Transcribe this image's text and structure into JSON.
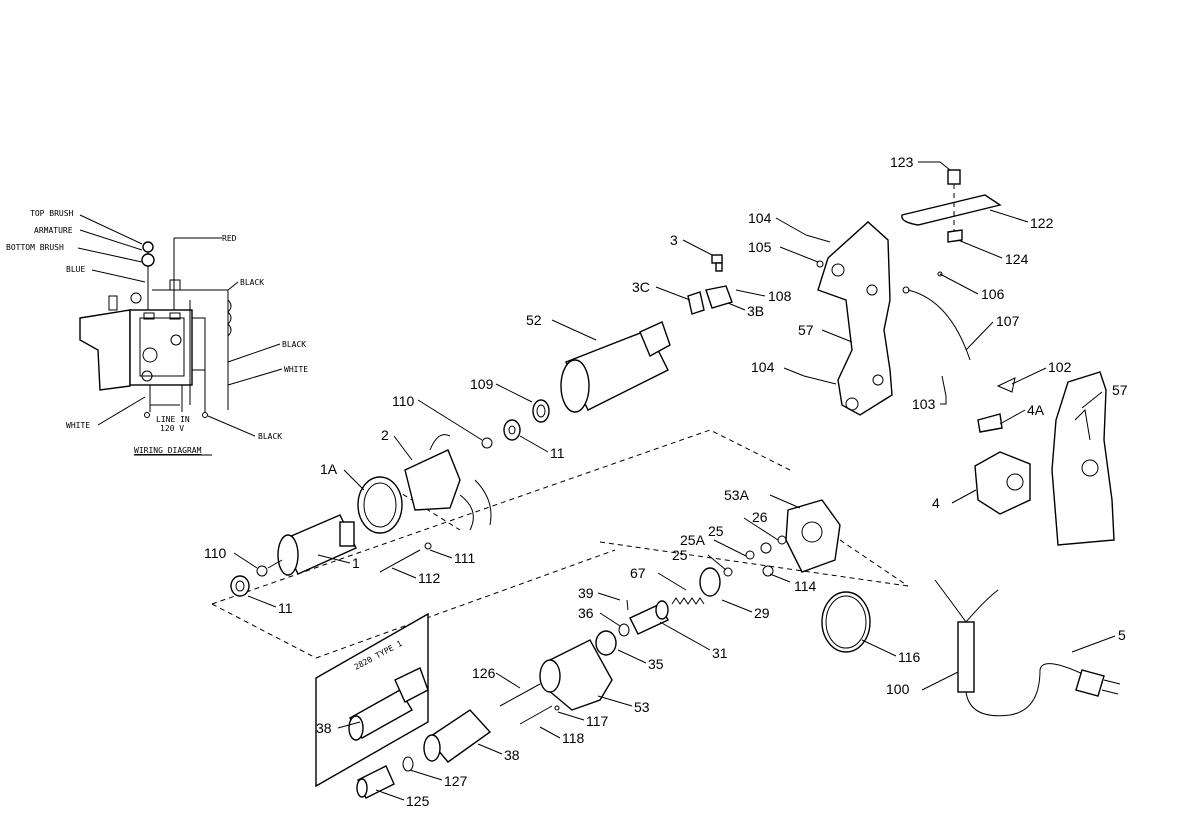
{
  "wiring_diagram": {
    "title": "WIRING DIAGRAM",
    "labels": {
      "top_brush": "TOP BRUSH",
      "armature": "ARMATURE",
      "bottom_brush": "BOTTOM BRUSH",
      "blue": "BLUE",
      "red": "RED",
      "black_1": "BLACK",
      "black_2": "BLACK",
      "white_1": "WHITE",
      "white_2": "WHITE",
      "black_3": "BLACK",
      "line_in_1": "LINE IN",
      "line_in_2": "120 V"
    }
  },
  "inset_label": "2820 TYPE 1",
  "parts": {
    "p123": "123",
    "p122": "122",
    "p124": "124",
    "p104a": "104",
    "p105": "105",
    "p3": "3",
    "p3c": "3C",
    "p3b": "3B",
    "p108": "108",
    "p106": "106",
    "p107": "107",
    "p57a": "57",
    "p57b": "57",
    "p104b": "104",
    "p102": "102",
    "p103": "103",
    "p4a": "4A",
    "p4": "4",
    "p52": "52",
    "p109": "109",
    "p110a": "110",
    "p11a": "11",
    "p2": "2",
    "p1a": "1A",
    "p110b": "110",
    "p1": "1",
    "p111": "111",
    "p112": "112",
    "p11b": "11",
    "p53a": "53A",
    "p26": "26",
    "p25a": "25A",
    "p25b": "25",
    "p25c": "25",
    "p114": "114",
    "p29": "29",
    "p67": "67",
    "p39": "39",
    "p36": "36",
    "p31": "31",
    "p35": "35",
    "p116": "116",
    "p5": "5",
    "p100": "100",
    "p126": "126",
    "p53": "53",
    "p117": "117",
    "p118": "118",
    "p38a": "38",
    "p38b": "38",
    "p127": "127",
    "p125": "125"
  }
}
